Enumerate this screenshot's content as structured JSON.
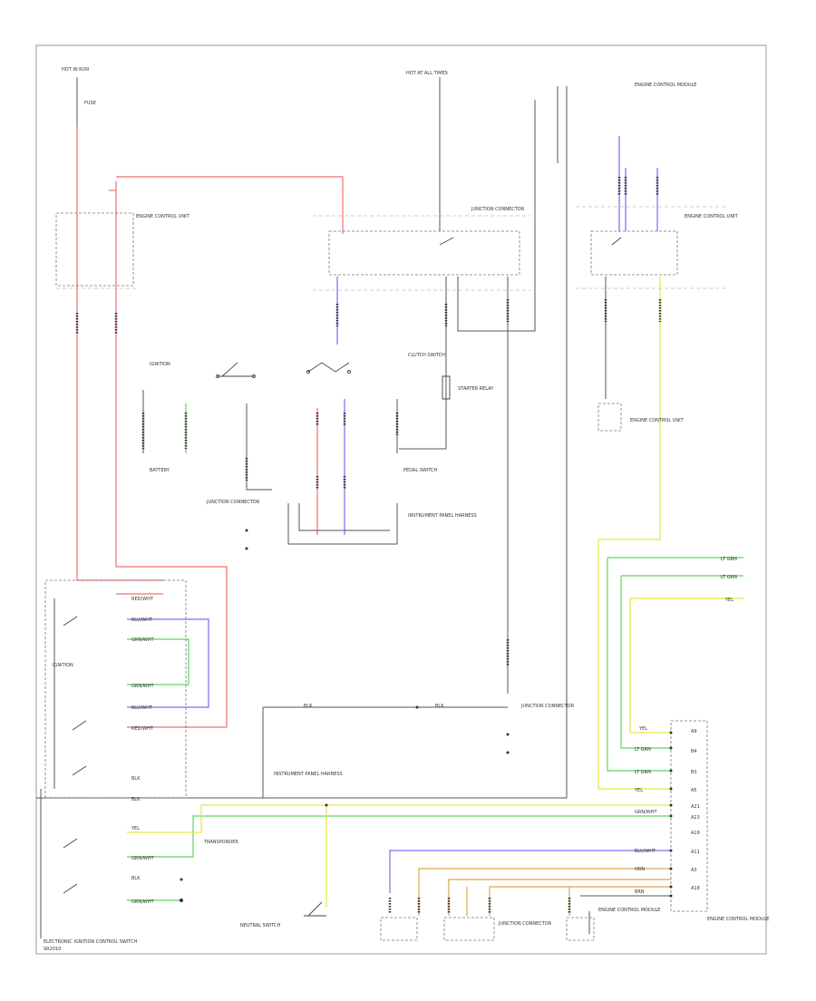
{
  "diagram": {
    "wire_colors": {
      "red": "#f07070",
      "blue": "#7070f0",
      "green": "#5cd65c",
      "yellow": "#e6e640",
      "orange": "#d9a84a",
      "dark": "#555555"
    },
    "labels": {
      "hot_in_run_top_left": "HOT IN RUN",
      "hot_at_all_times": "HOT AT ALL TIMES",
      "fuse_top_left": "FUSE",
      "relay_under_dash": "ENGINE CONTROL UNIT",
      "ignition_switch": "IGNITION",
      "starter_relay": "STARTER RELAY",
      "ecm": "ENGINE CONTROL MODULE",
      "bottom_left_id": "SR2010",
      "bottom_left_caption": "ELECTRONIC IGNITION CONTROL SWITCH",
      "bottom_right_caption": "ENGINE CONTROL MODULE",
      "junction_connector": "JUNCTION CONNECTOR",
      "instrument_panel": "INSTRUMENT PANEL HARNESS",
      "clutch_switch": "CLUTCH SWITCH",
      "pedal_switch": "PEDAL SWITCH",
      "battery": "BATTERY",
      "neutral_switch": "NEUTRAL SWITCH",
      "transponder": "TRANSPONDER"
    },
    "wire_tags": {
      "red": "RED/WHT",
      "blue": "BLU/WHT",
      "green": "GRN/WHT",
      "yellow": "YEL",
      "orange": "ORN",
      "black": "BLK",
      "lt_grn": "LT GRN",
      "brn": "BRN"
    },
    "pin_labels": [
      "A9",
      "B4",
      "B3",
      "A5",
      "A21",
      "A23",
      "A19",
      "A11",
      "A3",
      "A18"
    ]
  }
}
